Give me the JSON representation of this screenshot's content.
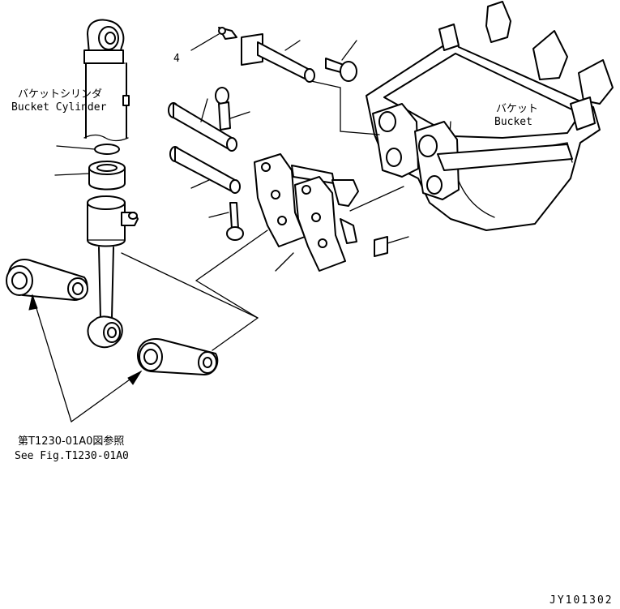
{
  "labels": {
    "callout_4": "4",
    "bucket_cylinder_jp": "バケットシリンダ",
    "bucket_cylinder_en": "Bucket Cylinder",
    "bucket_jp": "バケット",
    "bucket_en": "Bucket",
    "see_fig_jp": "第T1230-01A0図参照",
    "see_fig_en": "See Fig.T1230-01A0",
    "drawing_no": "JY101302"
  }
}
